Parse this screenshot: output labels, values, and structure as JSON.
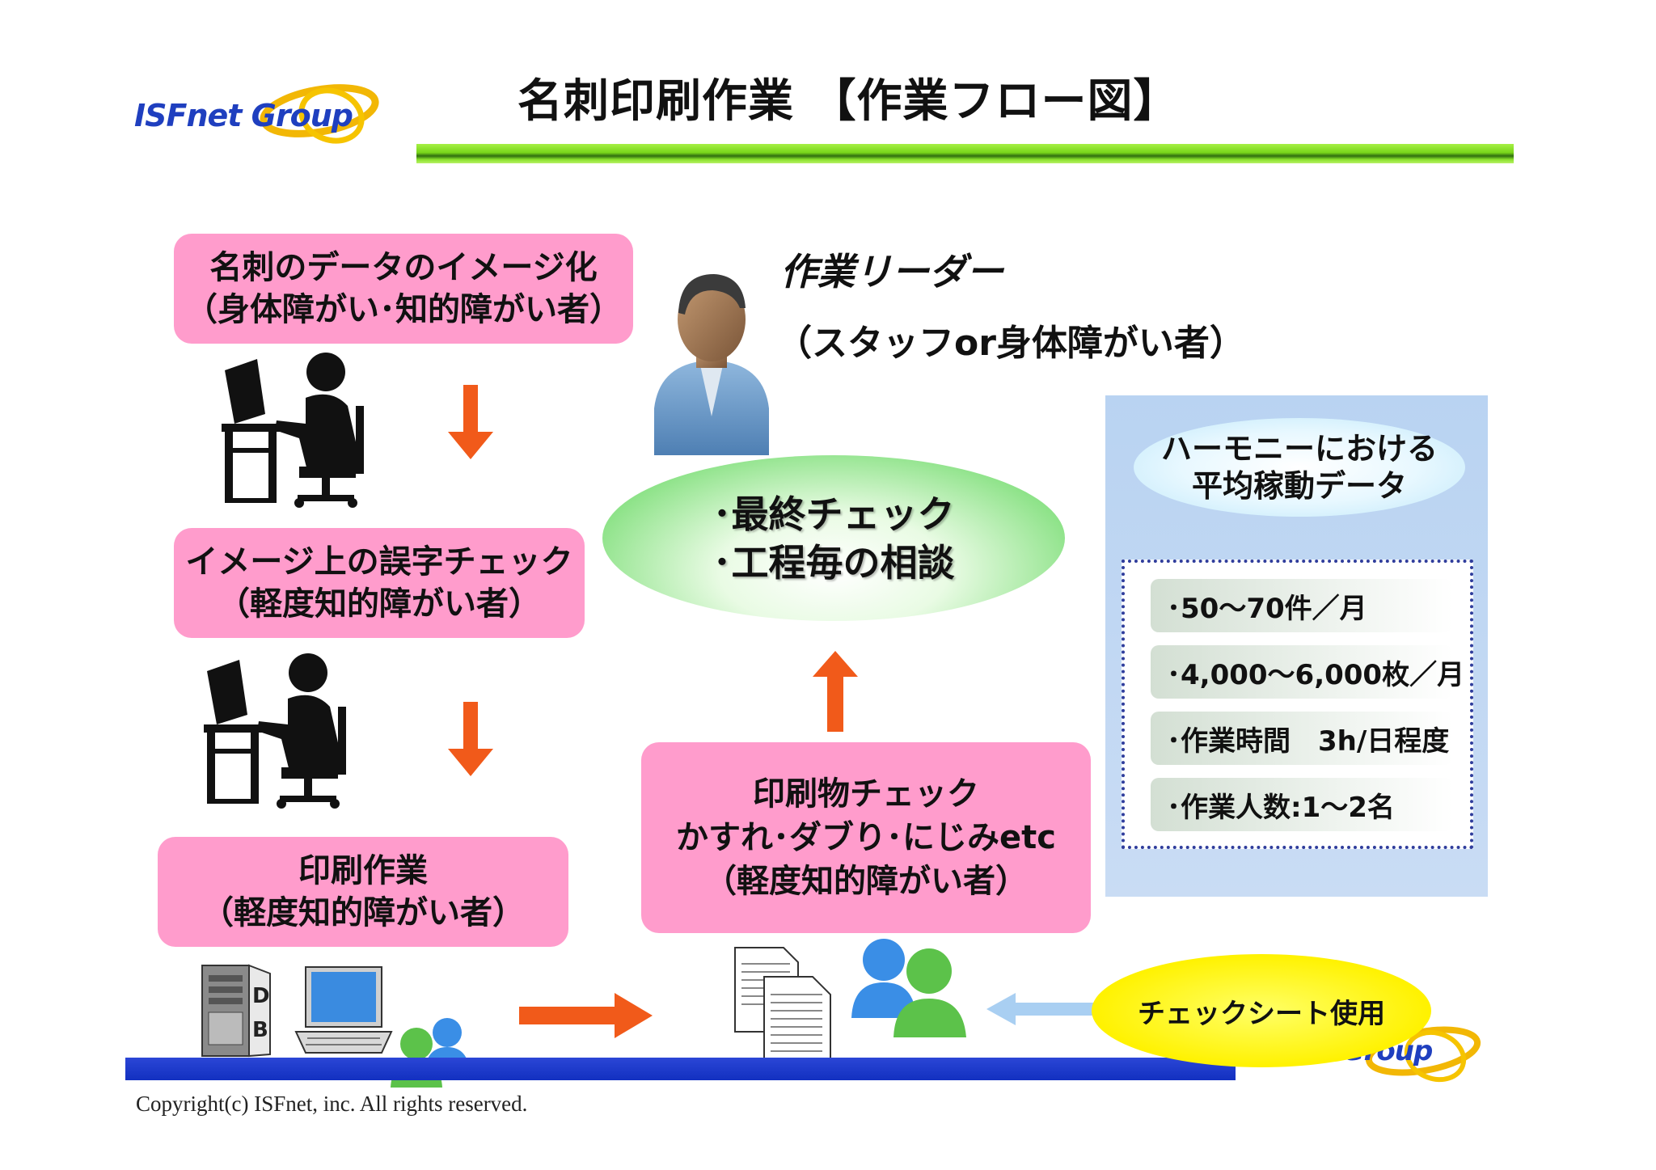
{
  "header": {
    "logo_text": "ISFnet Group",
    "title": "名刺印刷作業 【作業フロー図】"
  },
  "steps": {
    "step1": {
      "line1": "名刺のデータのイメージ化",
      "line2": "（身体障がい･知的障がい者）"
    },
    "step2": {
      "line1": "イメージ上の誤字チェック",
      "line2": "（軽度知的障がい者）"
    },
    "step3": {
      "line1": "印刷作業",
      "line2": "（軽度知的障がい者）"
    },
    "step4": {
      "line1": "印刷物チェック",
      "line2": "かすれ･ダブり･にじみetc",
      "line3": "（軽度知的障がい者）"
    }
  },
  "leader": {
    "title": "作業リーダー",
    "subtitle": "（スタッフor身体障がい者）"
  },
  "leader_tasks": {
    "line1": "･最終チェック",
    "line2": "･工程毎の相談"
  },
  "harmony_panel": {
    "heading_line1": "ハーモニーにおける",
    "heading_line2": "平均稼動データ",
    "stats": [
      "･50～70件／月",
      "･4,000～6,000枚／月",
      "･作業時間　3h/日程度",
      "･作業人数:1～2名"
    ]
  },
  "check_sheet": "チェックシート使用",
  "footer": {
    "copyright": "Copyright(c) ISFnet, inc. All rights reserved.",
    "logo_text": "ISFnet Group"
  },
  "colors": {
    "pink_box": "#ff9ccc",
    "arrow_orange": "#f15a1a",
    "panel_blue": "#b9d3f2",
    "bar_blue": "#1f3fc8",
    "title_bar_green": "#78d61a"
  }
}
